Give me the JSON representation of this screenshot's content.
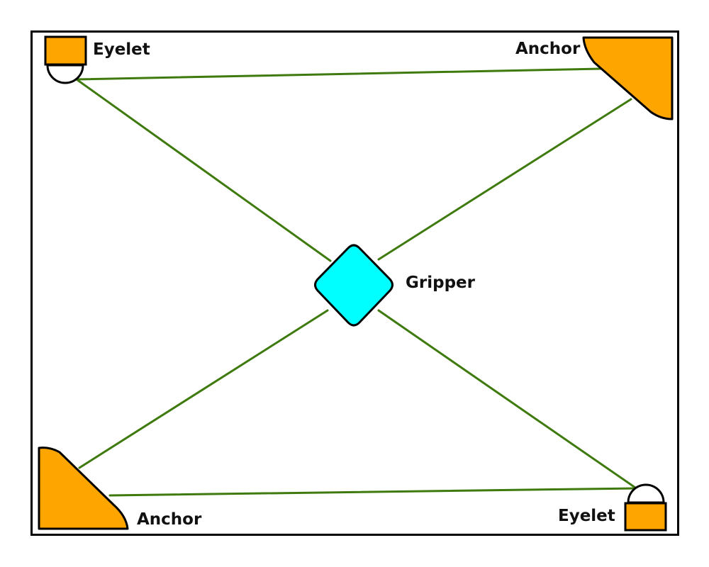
{
  "diagram": {
    "nodes": {
      "eyelet_top_left": {
        "label": "Eyelet",
        "shape": "square-with-ring"
      },
      "anchor_top_right": {
        "label": "Anchor",
        "shape": "rounded-triangle"
      },
      "gripper_center": {
        "label": "Gripper",
        "shape": "rounded-diamond"
      },
      "anchor_bottom_left": {
        "label": "Anchor",
        "shape": "rounded-triangle"
      },
      "eyelet_bottom_right": {
        "label": "Eyelet",
        "shape": "square-with-ring"
      }
    },
    "connections": [
      {
        "from": "eyelet_top_left",
        "to": "anchor_top_right"
      },
      {
        "from": "eyelet_top_left",
        "to": "gripper_center"
      },
      {
        "from": "anchor_top_right",
        "to": "gripper_center"
      },
      {
        "from": "gripper_center",
        "to": "anchor_bottom_left"
      },
      {
        "from": "gripper_center",
        "to": "eyelet_bottom_right"
      },
      {
        "from": "anchor_bottom_left",
        "to": "eyelet_bottom_right"
      }
    ]
  },
  "colors": {
    "fitting_fill": "#FFA500",
    "gripper_fill": "#00FFFF",
    "rope": "#3F7A0E",
    "outline": "#000000",
    "frame": "#000000",
    "background": "#FFFFFF"
  }
}
